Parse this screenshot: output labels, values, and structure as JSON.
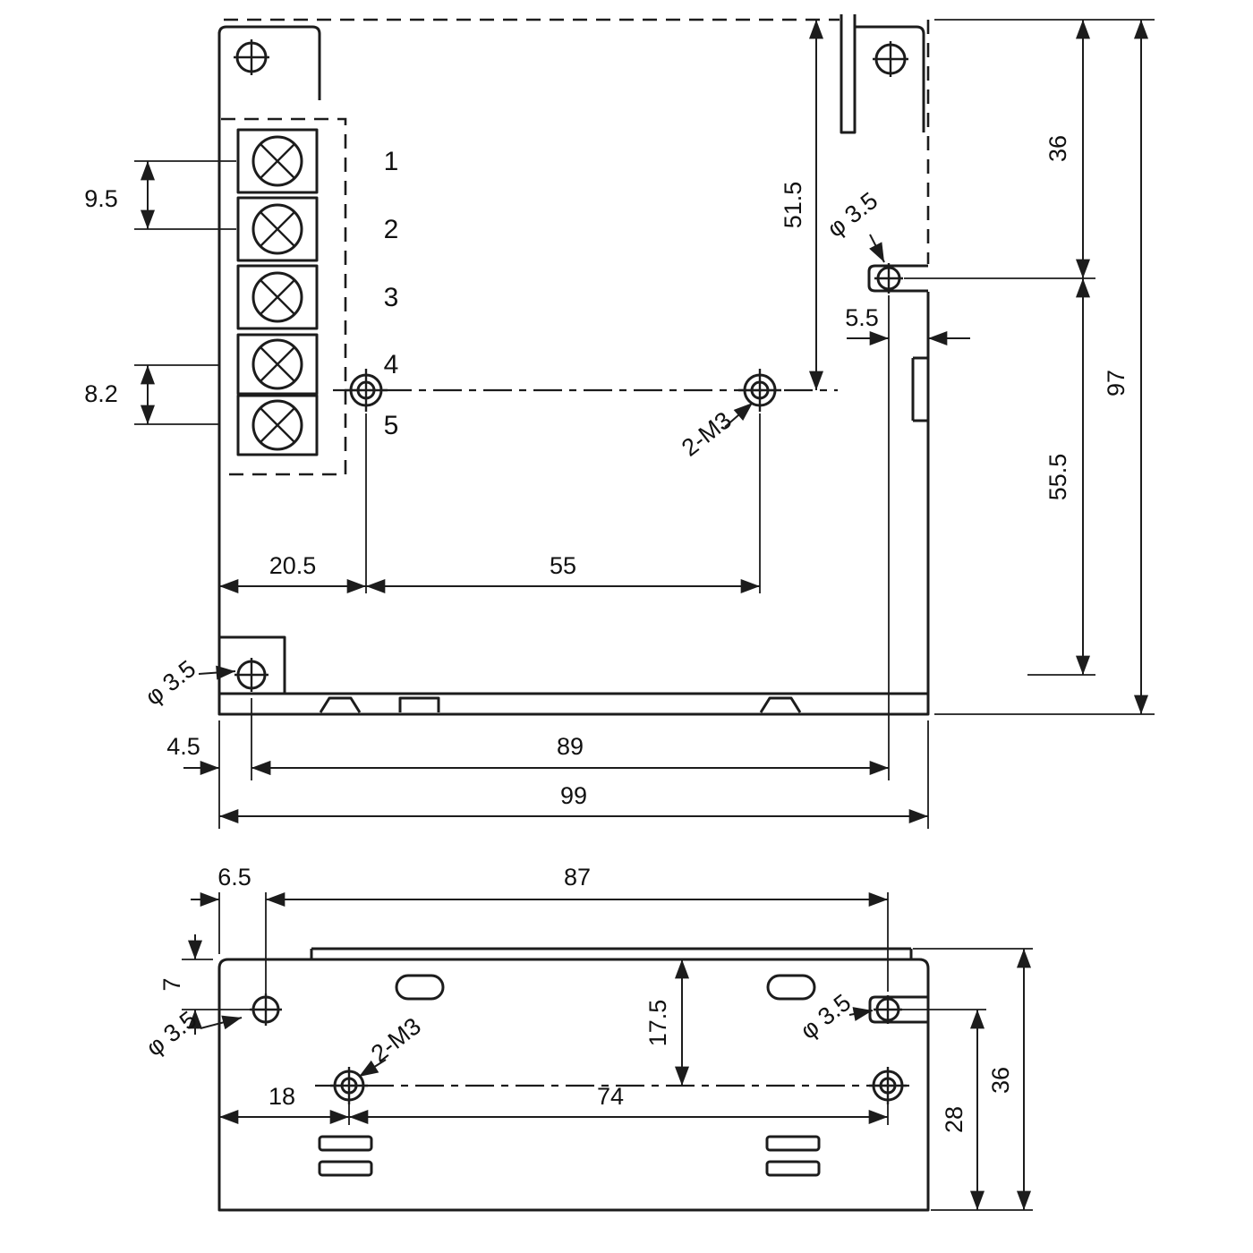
{
  "drawing": {
    "title": "power-supply-enclosure-mechanical-drawing",
    "top_view": {
      "terminal_labels": [
        "1",
        "2",
        "3",
        "4",
        "5"
      ],
      "pitch_terminals": "9.5",
      "pitch_terminals_last": "8.2",
      "hole_offset_x": "20.5",
      "hole_spacing": "55",
      "holes_from_top": "51.5",
      "thread_label": "2-M3",
      "side_hole_dia": "φ 3.5",
      "side_hole_inset": "5.5",
      "side_hole_from_top": "36",
      "total_depth": "97",
      "side_hole_to_bottom_hole": "55.5",
      "bottom_hole_dia": "φ 3.5",
      "bottom_hole_inset": "4.5",
      "bottom_hole_span": "89",
      "total_width": "99"
    },
    "side_view": {
      "hole_offset_x": "6.5",
      "hole_span_top": "87",
      "hole_from_top": "7",
      "left_hole_dia": "φ 3.5",
      "thread_label": "2-M3",
      "bottom_holes_from_top": "17.5",
      "right_hole_dia": "φ 3.5",
      "bottom_hole_offset_x": "18",
      "bottom_hole_span": "74",
      "right_hole_to_bottom": "28",
      "total_height": "36"
    }
  }
}
